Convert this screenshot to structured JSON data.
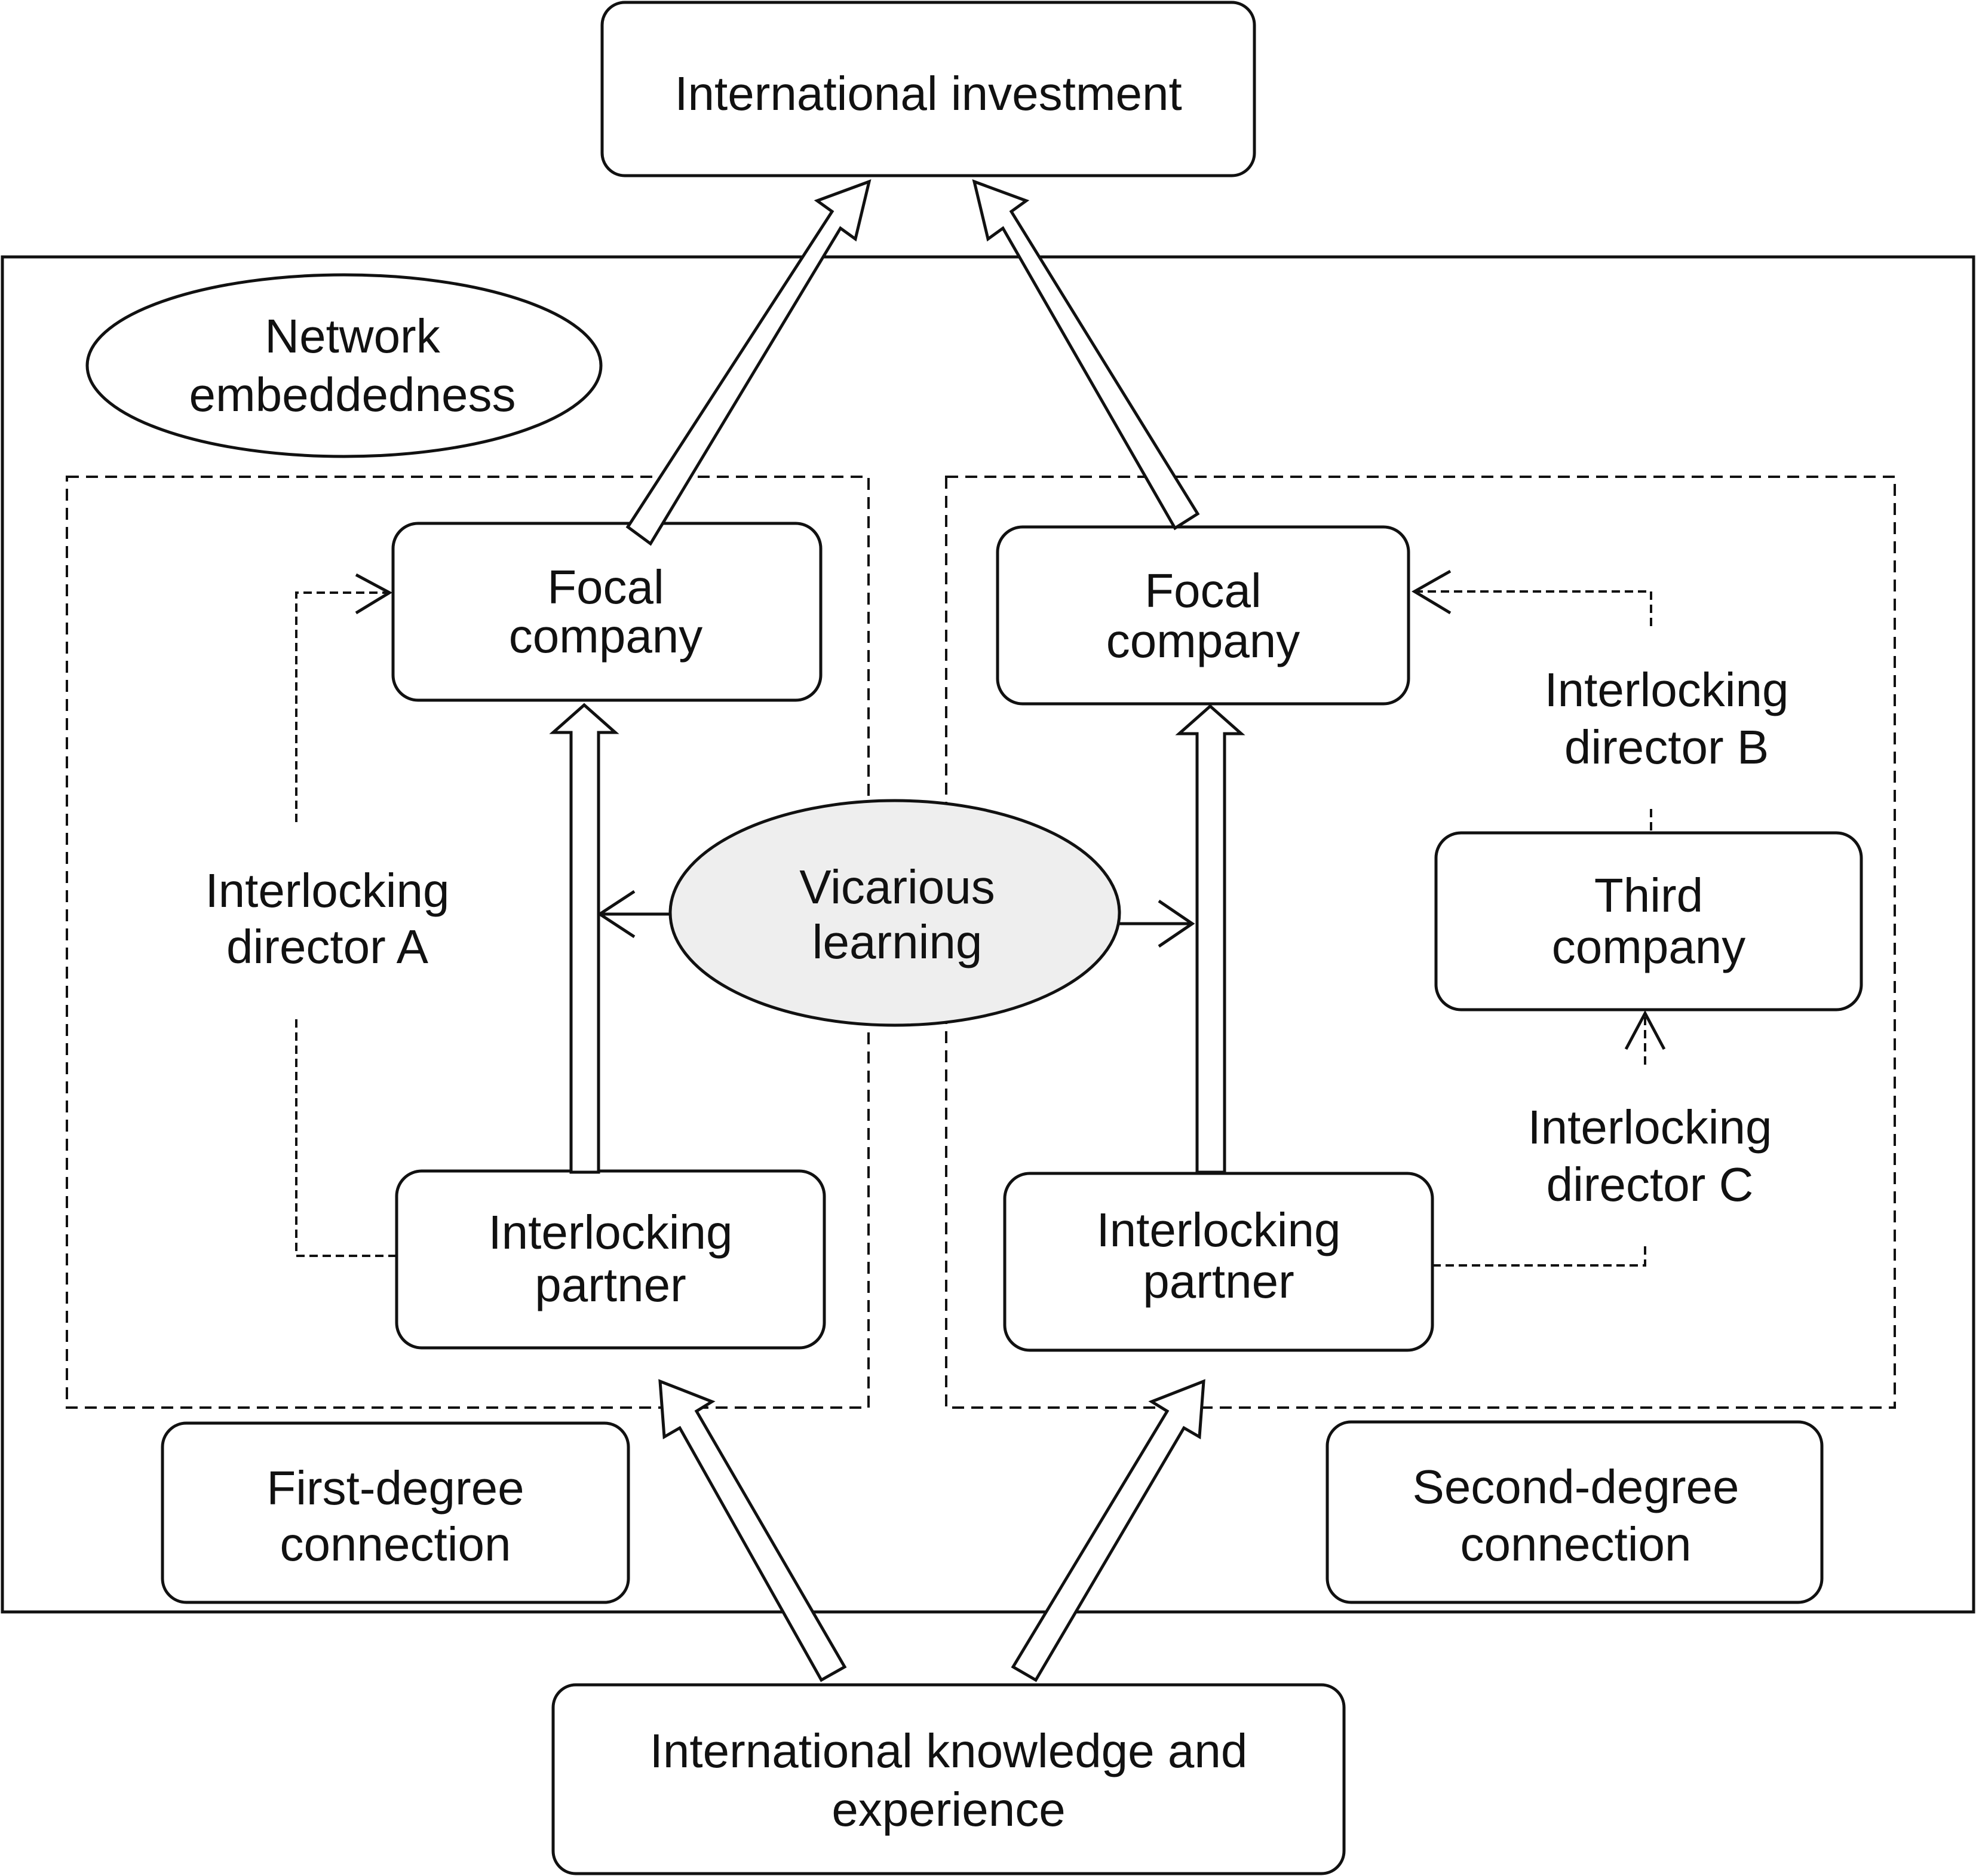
{
  "top_box": {
    "label": "International investment"
  },
  "bottom_box": {
    "line1": "International knowledge and",
    "line2": "experience"
  },
  "network": {
    "line1": "Network",
    "line2": "embeddedness"
  },
  "vicarious": {
    "line1": "Vicarious",
    "line2": "learning"
  },
  "left_panel": {
    "focal": {
      "line1": "Focal",
      "line2": "company"
    },
    "partner": {
      "line1": "Interlocking",
      "line2": "partner"
    },
    "director": {
      "line1": "Interlocking",
      "line2": "director A"
    },
    "caption": {
      "line1": "First-degree",
      "line2": "connection"
    }
  },
  "right_panel": {
    "focal": {
      "line1": "Focal",
      "line2": "company"
    },
    "partner": {
      "line1": "Interlocking",
      "line2": "partner"
    },
    "third": {
      "line1": "Third",
      "line2": "company"
    },
    "director_b": {
      "line1": "Interlocking",
      "line2": "director B"
    },
    "director_c": {
      "line1": "Interlocking",
      "line2": "director C"
    },
    "caption": {
      "line1": "Second-degree",
      "line2": "connection"
    }
  },
  "colors": {
    "stroke": "#111111",
    "ellipse_fill": "#eeeeee",
    "background": "#ffffff"
  }
}
